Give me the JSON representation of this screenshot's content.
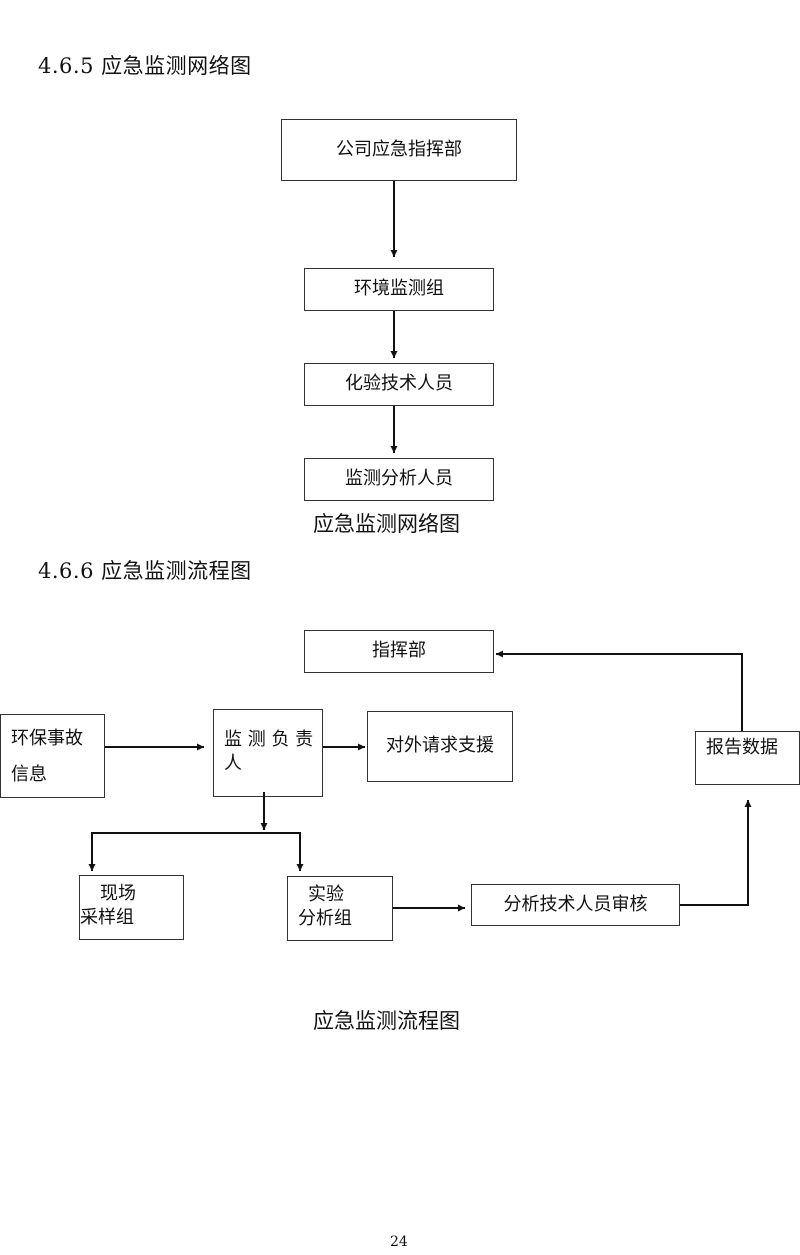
{
  "section1": {
    "heading": "4.6.5 应急监测网络图",
    "boxes": {
      "command": "公司应急指挥部",
      "env_group": "环境监测组",
      "lab_staff": "化验技术人员",
      "analysis_staff": "监测分析人员"
    },
    "caption": "应急监测网络图"
  },
  "section2": {
    "heading": "4.6.6 应急监测流程图",
    "boxes": {
      "hq": "指挥部",
      "info_line1": "环保事故",
      "info_line2": "信息",
      "lead_line1": "监 测 负 责",
      "lead_line2": "人",
      "external": "对外请求支援",
      "sampling_line1": "现场",
      "sampling_line2": "采样组",
      "lab_line1": "实验",
      "lab_line2": "分析组",
      "review": "分析技术人员审核",
      "report": "报告数据"
    },
    "caption": "应急监测流程图"
  },
  "page_number": "24"
}
